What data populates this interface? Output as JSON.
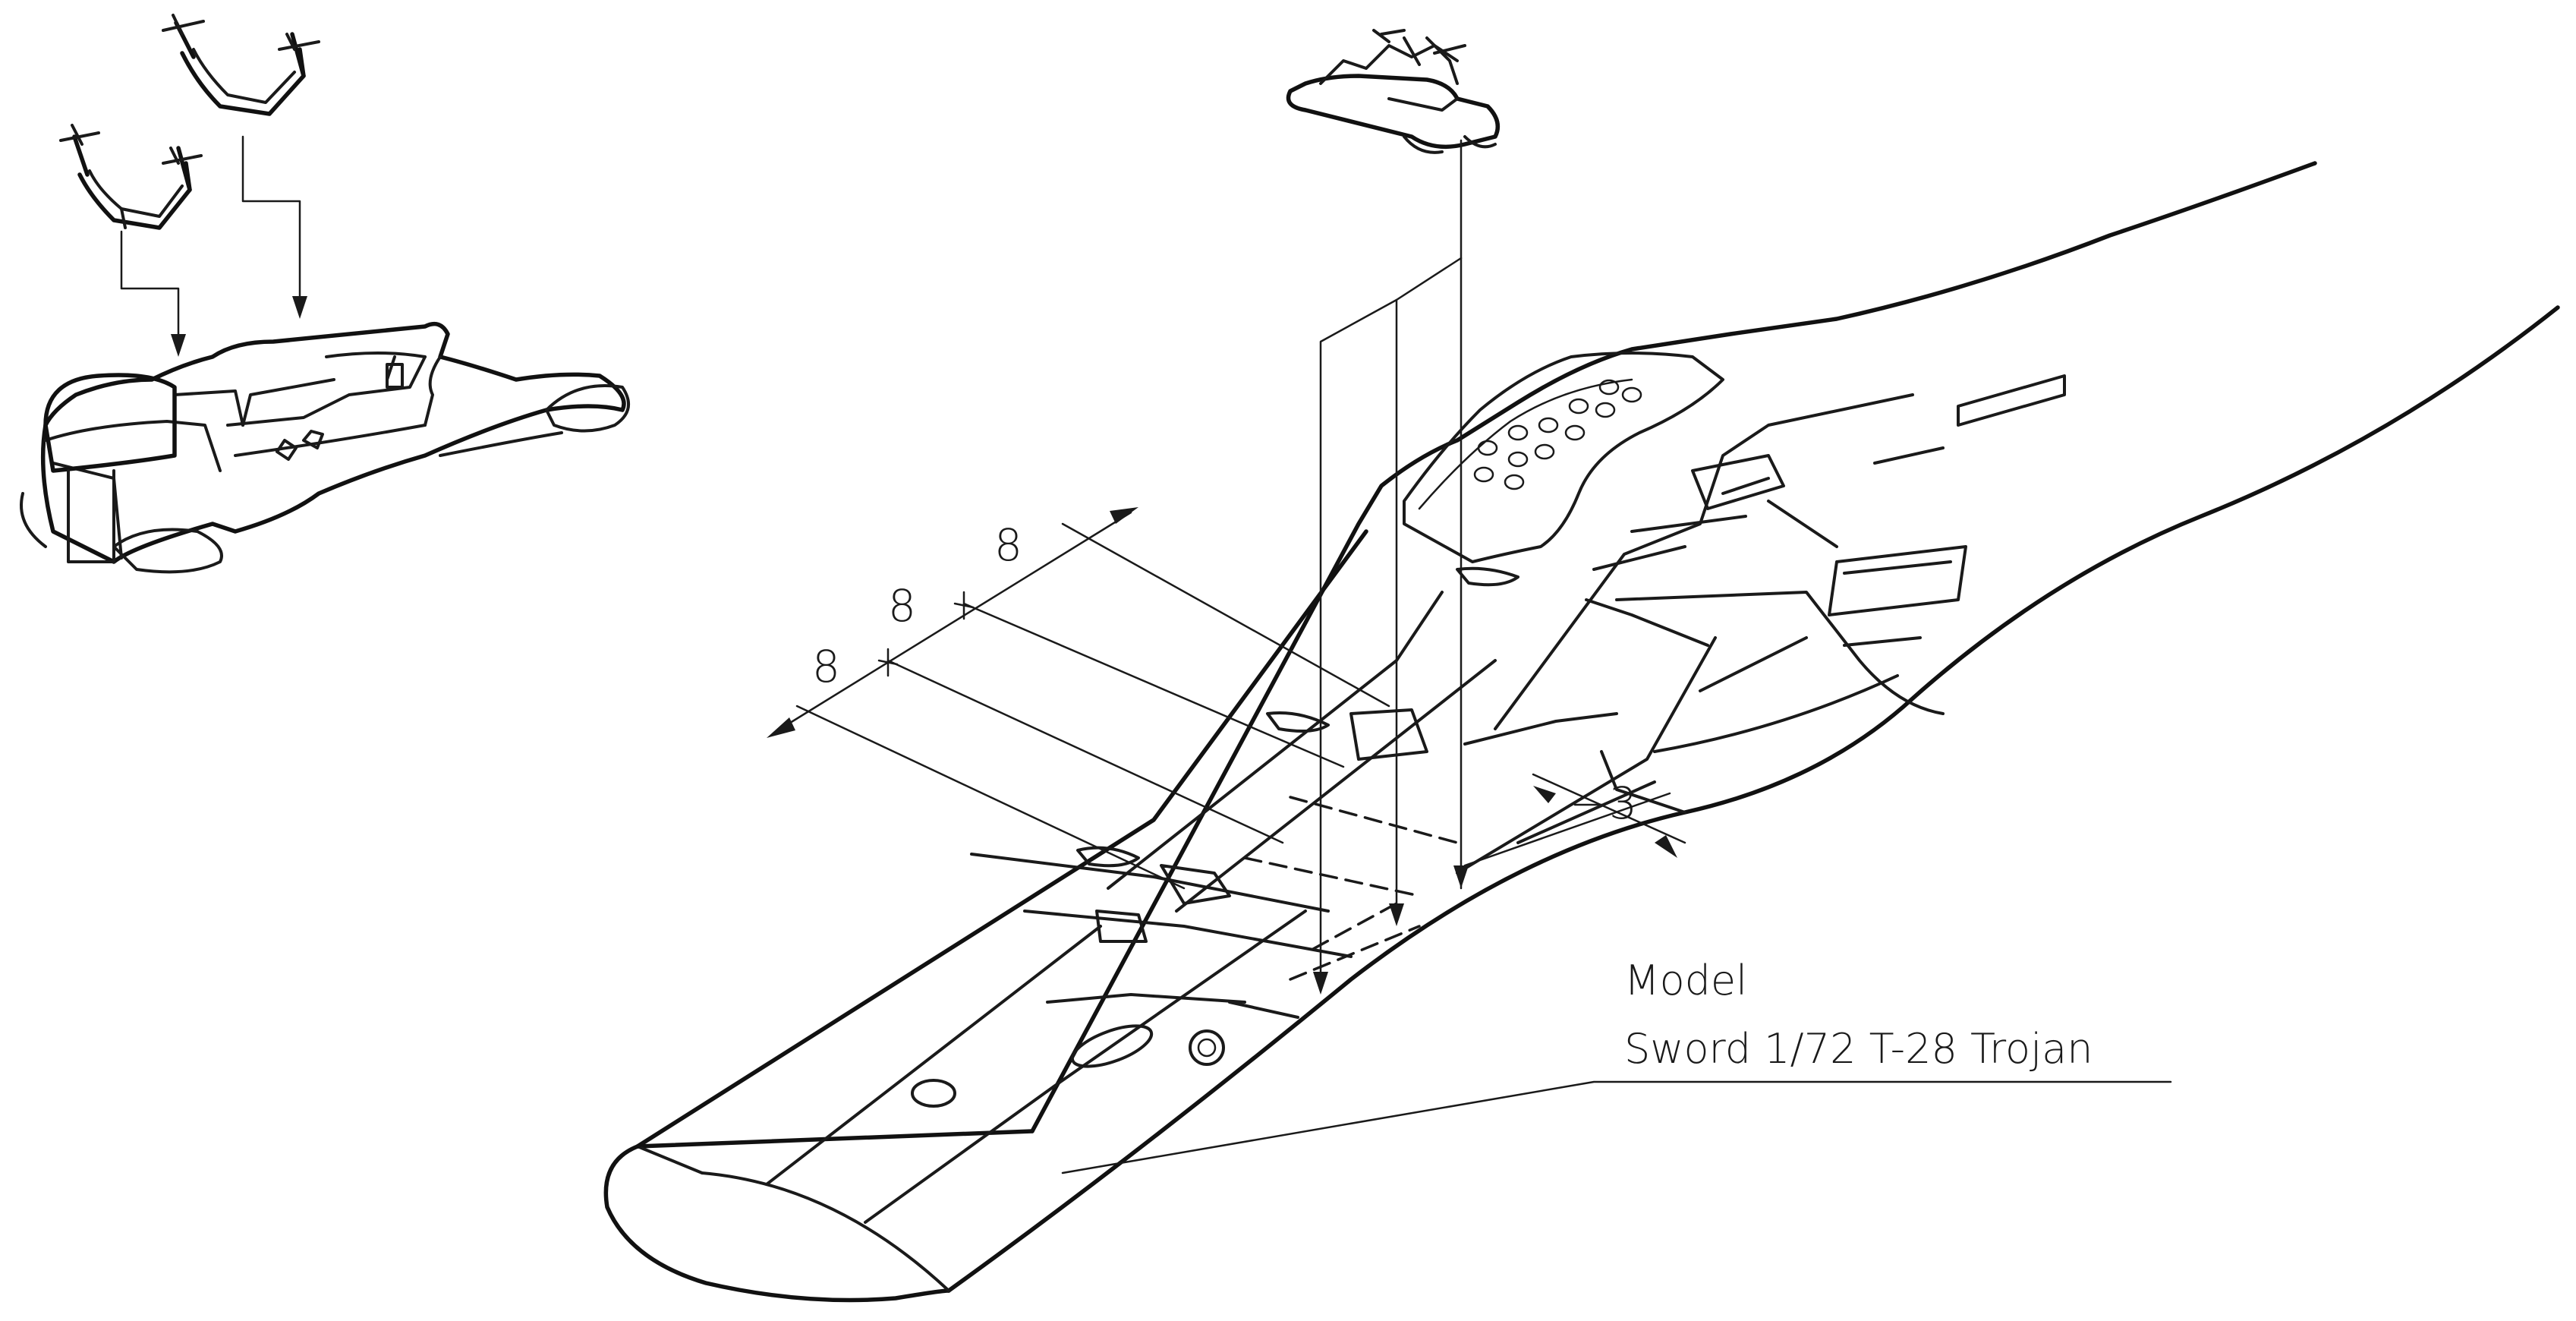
{
  "dimensions": {
    "spacing_1": "8",
    "spacing_2": "8",
    "spacing_3": "8",
    "offset": "3"
  },
  "caption": {
    "line1": "Model",
    "line2": "Sword 1/72 T-28 Trojan"
  }
}
